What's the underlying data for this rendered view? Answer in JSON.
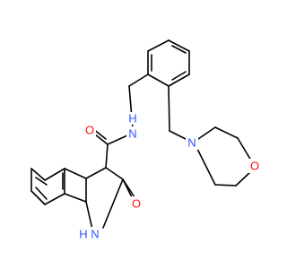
{
  "molecule": {
    "atom_labels": {
      "o_carbonyl": "O",
      "n_amide": "N",
      "h_amide": "H",
      "n_morpholine": "N",
      "o_morpholine": "O",
      "o_lactam": "O",
      "h_lactam": "H",
      "n_lactam": "N"
    },
    "colors": {
      "oxygen": "#ff0d0d",
      "nitrogen": "#3050f8",
      "bond": "#000000"
    }
  }
}
